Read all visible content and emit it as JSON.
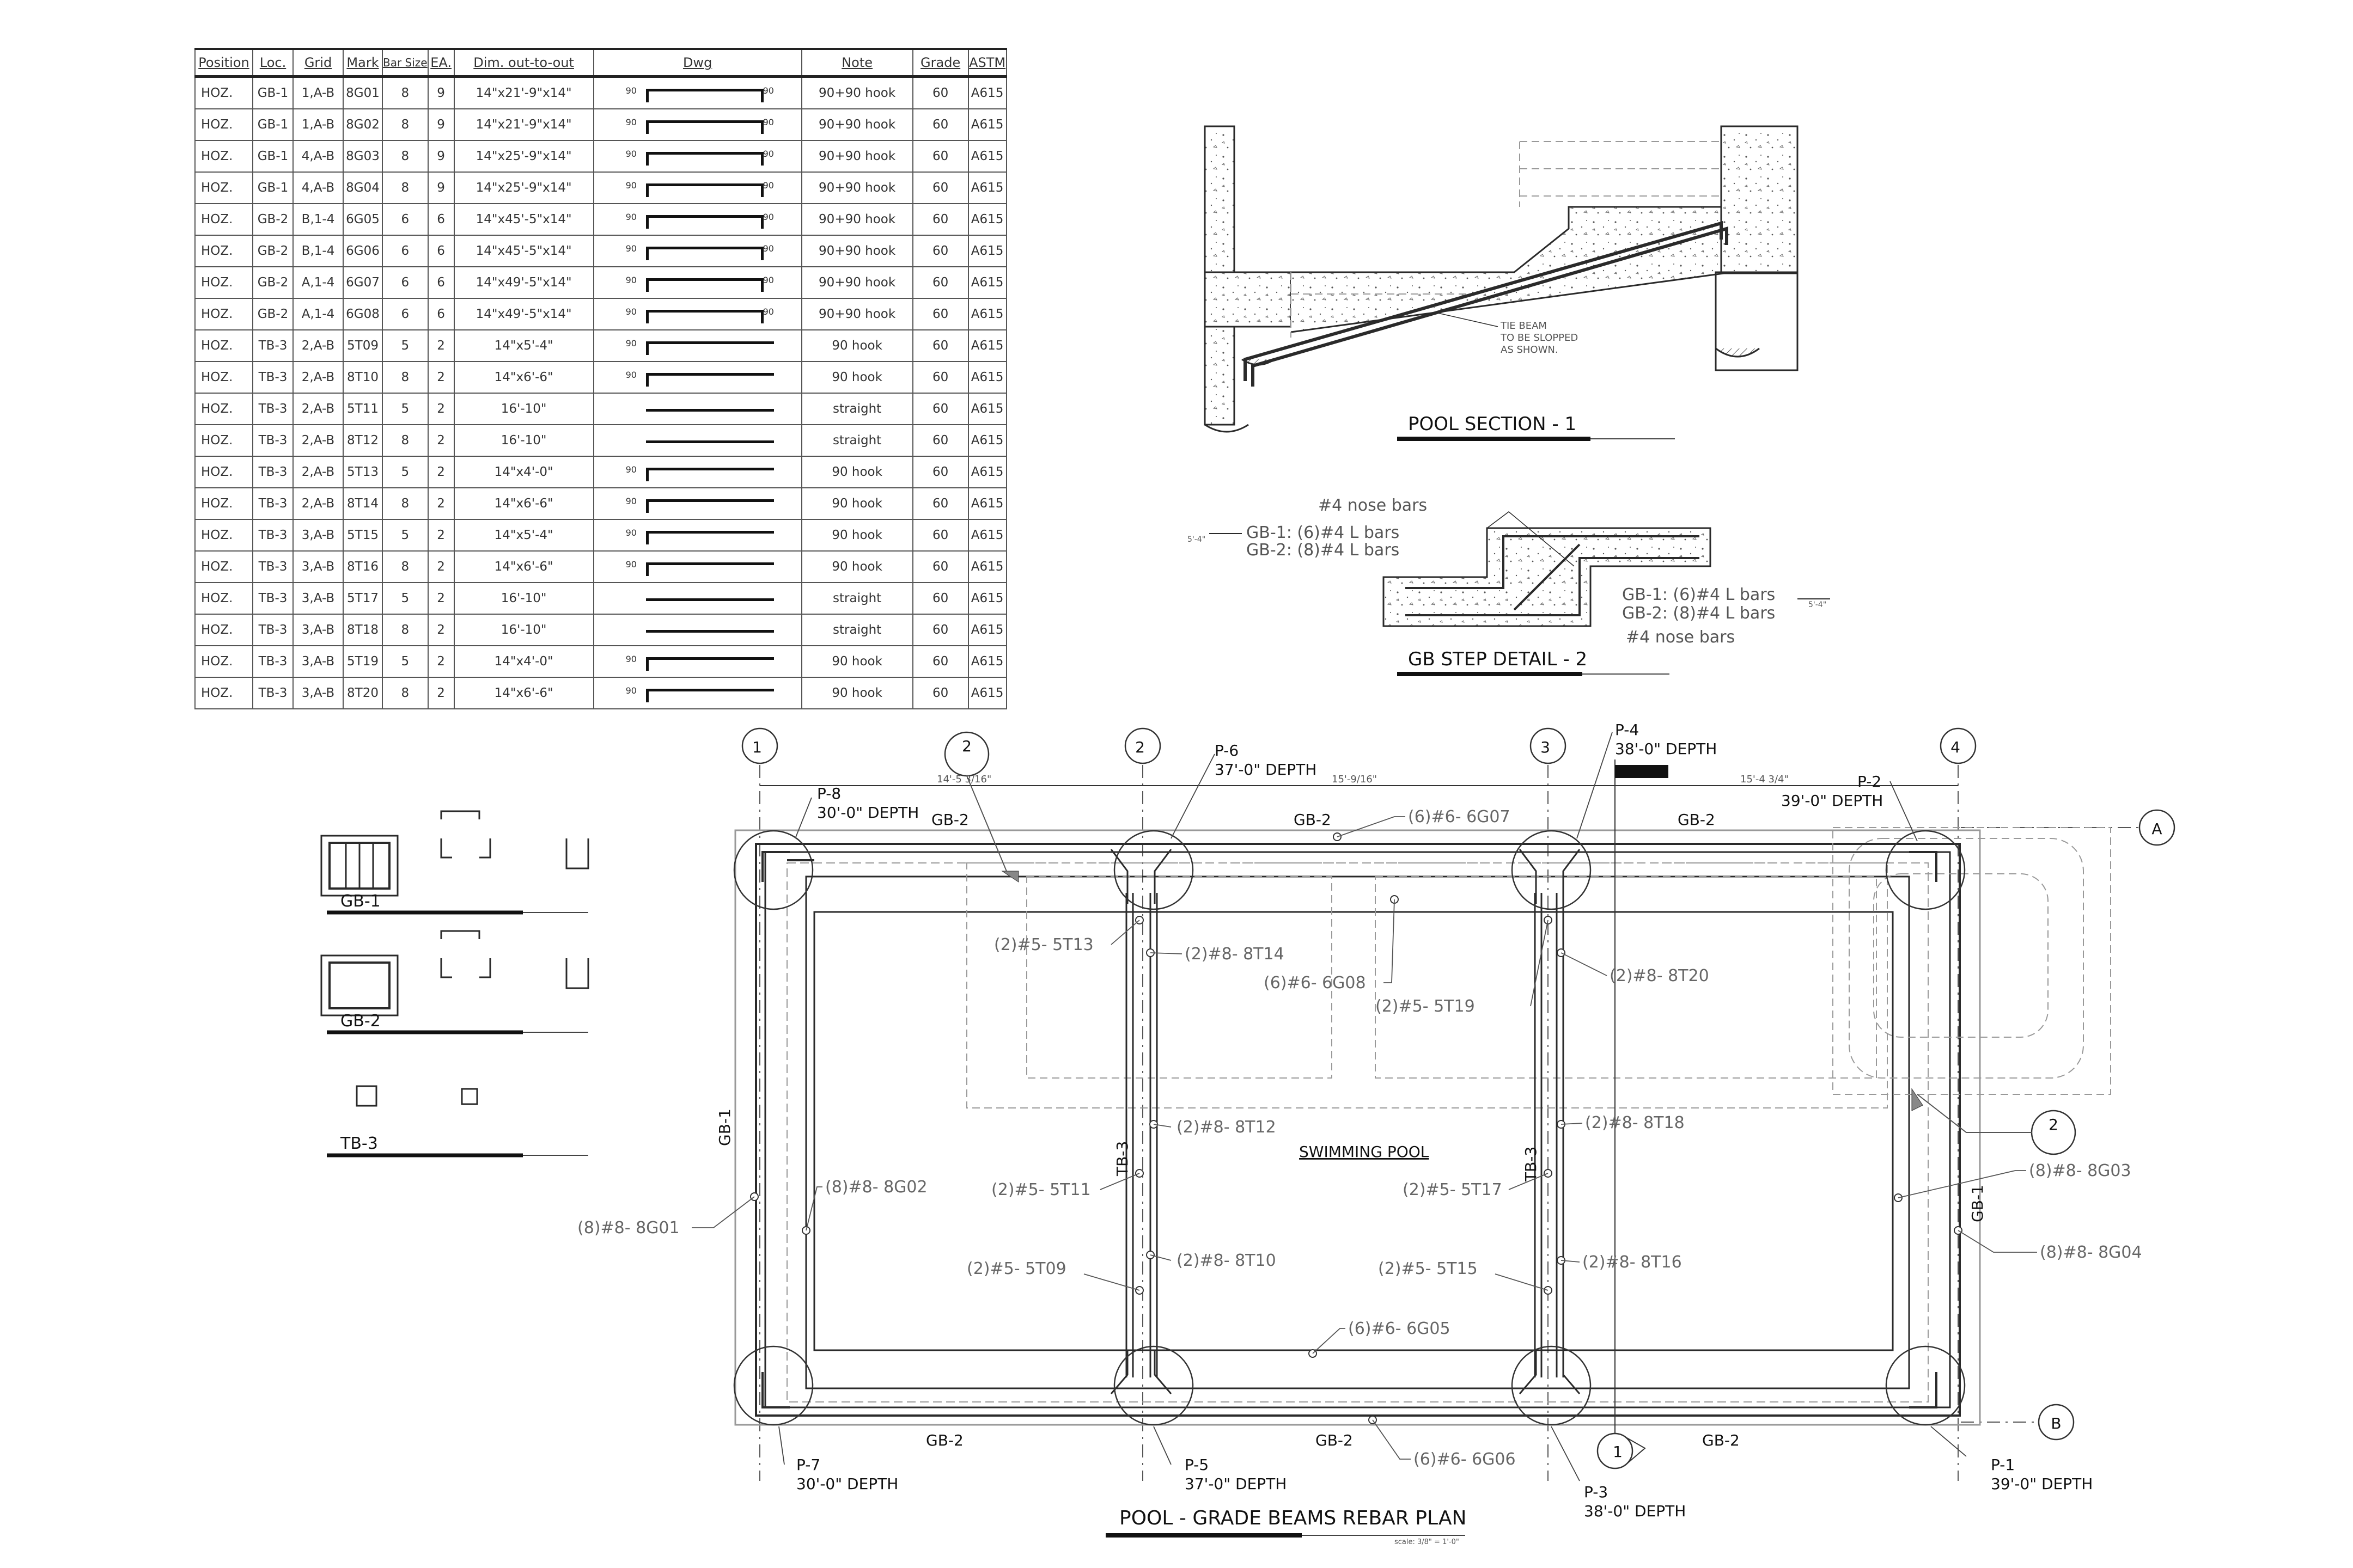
{
  "schedule": {
    "headers": [
      "Position",
      "Loc.",
      "Grid",
      "Mark",
      "Bar Size",
      "EA.",
      "Dim. out-to-out",
      "Dwg",
      "Note",
      "Grade",
      "ASTM"
    ],
    "rows": [
      {
        "pos": "HOZ.",
        "loc": "GB-1",
        "grid": "1,A-B",
        "mark": "8G01",
        "size": "8",
        "ea": "9",
        "dim": "14\"x21'-9\"x14\"",
        "dwg": "uu",
        "note": "90+90 hook",
        "grade": "60",
        "astm": "A615"
      },
      {
        "pos": "HOZ.",
        "loc": "GB-1",
        "grid": "1,A-B",
        "mark": "8G02",
        "size": "8",
        "ea": "9",
        "dim": "14\"x21'-9\"x14\"",
        "dwg": "uu",
        "note": "90+90 hook",
        "grade": "60",
        "astm": "A615"
      },
      {
        "pos": "HOZ.",
        "loc": "GB-1",
        "grid": "4,A-B",
        "mark": "8G03",
        "size": "8",
        "ea": "9",
        "dim": "14\"x25'-9\"x14\"",
        "dwg": "uu",
        "note": "90+90 hook",
        "grade": "60",
        "astm": "A615"
      },
      {
        "pos": "HOZ.",
        "loc": "GB-1",
        "grid": "4,A-B",
        "mark": "8G04",
        "size": "8",
        "ea": "9",
        "dim": "14\"x25'-9\"x14\"",
        "dwg": "uu",
        "note": "90+90 hook",
        "grade": "60",
        "astm": "A615"
      },
      {
        "pos": "HOZ.",
        "loc": "GB-2",
        "grid": "B,1-4",
        "mark": "6G05",
        "size": "6",
        "ea": "6",
        "dim": "14\"x45'-5\"x14\"",
        "dwg": "uu",
        "note": "90+90 hook",
        "grade": "60",
        "astm": "A615"
      },
      {
        "pos": "HOZ.",
        "loc": "GB-2",
        "grid": "B,1-4",
        "mark": "6G06",
        "size": "6",
        "ea": "6",
        "dim": "14\"x45'-5\"x14\"",
        "dwg": "uu",
        "note": "90+90 hook",
        "grade": "60",
        "astm": "A615"
      },
      {
        "pos": "HOZ.",
        "loc": "GB-2",
        "grid": "A,1-4",
        "mark": "6G07",
        "size": "6",
        "ea": "6",
        "dim": "14\"x49'-5\"x14\"",
        "dwg": "uu",
        "note": "90+90 hook",
        "grade": "60",
        "astm": "A615"
      },
      {
        "pos": "HOZ.",
        "loc": "GB-2",
        "grid": "A,1-4",
        "mark": "6G08",
        "size": "6",
        "ea": "6",
        "dim": "14\"x49'-5\"x14\"",
        "dwg": "uu",
        "note": "90+90 hook",
        "grade": "60",
        "astm": "A615"
      },
      {
        "pos": "HOZ.",
        "loc": "TB-3",
        "grid": "2,A-B",
        "mark": "5T09",
        "size": "5",
        "ea": "2",
        "dim": "14\"x5'-4\"",
        "dwg": "l",
        "note": "90 hook",
        "grade": "60",
        "astm": "A615"
      },
      {
        "pos": "HOZ.",
        "loc": "TB-3",
        "grid": "2,A-B",
        "mark": "8T10",
        "size": "8",
        "ea": "2",
        "dim": "14\"x6'-6\"",
        "dwg": "l",
        "note": "90 hook",
        "grade": "60",
        "astm": "A615"
      },
      {
        "pos": "HOZ.",
        "loc": "TB-3",
        "grid": "2,A-B",
        "mark": "5T11",
        "size": "5",
        "ea": "2",
        "dim": "16'-10\"",
        "dwg": "s",
        "note": "straight",
        "grade": "60",
        "astm": "A615"
      },
      {
        "pos": "HOZ.",
        "loc": "TB-3",
        "grid": "2,A-B",
        "mark": "8T12",
        "size": "8",
        "ea": "2",
        "dim": "16'-10\"",
        "dwg": "s",
        "note": "straight",
        "grade": "60",
        "astm": "A615"
      },
      {
        "pos": "HOZ.",
        "loc": "TB-3",
        "grid": "2,A-B",
        "mark": "5T13",
        "size": "5",
        "ea": "2",
        "dim": "14\"x4'-0\"",
        "dwg": "l",
        "note": "90 hook",
        "grade": "60",
        "astm": "A615"
      },
      {
        "pos": "HOZ.",
        "loc": "TB-3",
        "grid": "2,A-B",
        "mark": "8T14",
        "size": "8",
        "ea": "2",
        "dim": "14\"x6'-6\"",
        "dwg": "l",
        "note": "90 hook",
        "grade": "60",
        "astm": "A615"
      },
      {
        "pos": "HOZ.",
        "loc": "TB-3",
        "grid": "3,A-B",
        "mark": "5T15",
        "size": "5",
        "ea": "2",
        "dim": "14\"x5'-4\"",
        "dwg": "l",
        "note": "90 hook",
        "grade": "60",
        "astm": "A615"
      },
      {
        "pos": "HOZ.",
        "loc": "TB-3",
        "grid": "3,A-B",
        "mark": "8T16",
        "size": "8",
        "ea": "2",
        "dim": "14\"x6'-6\"",
        "dwg": "l",
        "note": "90 hook",
        "grade": "60",
        "astm": "A615"
      },
      {
        "pos": "HOZ.",
        "loc": "TB-3",
        "grid": "3,A-B",
        "mark": "5T17",
        "size": "5",
        "ea": "2",
        "dim": "16'-10\"",
        "dwg": "s",
        "note": "straight",
        "grade": "60",
        "astm": "A615"
      },
      {
        "pos": "HOZ.",
        "loc": "TB-3",
        "grid": "3,A-B",
        "mark": "8T18",
        "size": "8",
        "ea": "2",
        "dim": "16'-10\"",
        "dwg": "s",
        "note": "straight",
        "grade": "60",
        "astm": "A615"
      },
      {
        "pos": "HOZ.",
        "loc": "TB-3",
        "grid": "3,A-B",
        "mark": "5T19",
        "size": "5",
        "ea": "2",
        "dim": "14\"x4'-0\"",
        "dwg": "l",
        "note": "90 hook",
        "grade": "60",
        "astm": "A615"
      },
      {
        "pos": "HOZ.",
        "loc": "TB-3",
        "grid": "3,A-B",
        "mark": "8T20",
        "size": "8",
        "ea": "2",
        "dim": "14\"x6'-6\"",
        "dwg": "l",
        "note": "90 hook",
        "grade": "60",
        "astm": "A615"
      }
    ],
    "hook_label": "90"
  },
  "section1": {
    "title": "POOL SECTION - 1",
    "note_lines": [
      "TIE BEAM",
      "TO BE SLOPPED",
      "AS SHOWN."
    ]
  },
  "step2": {
    "title": "GB STEP DETAIL - 2",
    "nose_top": "#4 nose bars",
    "left_1": "GB-1: (6)#4 L bars",
    "left_2": "GB-2: (8)#4 L bars",
    "right_1": "GB-1: (6)#4 L bars",
    "right_2": "GB-2: (8)#4 L bars",
    "nose_bottom": "#4 nose bars",
    "dim_left": "5'-4\"",
    "dim_right": "5'-4\""
  },
  "beams": {
    "gb1_title": "GB-1",
    "gb2_title": "GB-2",
    "tb3_title": "TB-3"
  },
  "plan": {
    "title": "POOL - GRADE BEAMS REBAR PLAN",
    "scale": "scale: 3/8\" = 1'-0\"",
    "center_label": "SWIMMING POOL",
    "grids": [
      "1",
      "2",
      "3",
      "4"
    ],
    "grid_rows": [
      "A",
      "B"
    ],
    "section_marks": {
      "top": "2",
      "right": "2",
      "bottom": "1"
    },
    "piles": {
      "p1": {
        "name": "P-1",
        "depth": "39'-0\" DEPTH"
      },
      "p2": {
        "name": "P-2",
        "depth": "39'-0\" DEPTH"
      },
      "p3": {
        "name": "P-3",
        "depth": "38'-0\" DEPTH"
      },
      "p4": {
        "name": "P-4",
        "depth": "38'-0\" DEPTH"
      },
      "p5": {
        "name": "P-5",
        "depth": "37'-0\" DEPTH"
      },
      "p6": {
        "name": "P-6",
        "depth": "37'-0\" DEPTH"
      },
      "p7": {
        "name": "P-7",
        "depth": "30'-0\" DEPTH"
      },
      "p8": {
        "name": "P-8",
        "depth": "30'-0\" DEPTH"
      }
    },
    "dims": {
      "d1": "14'-5 3/16\"",
      "d2": "15'-9/16\"",
      "d3": "15'-4 3/4\""
    },
    "beam_tags": {
      "gb2": "GB-2",
      "gb1": "GB-1",
      "tb3": "TB-3"
    },
    "callouts": {
      "g01": "(8)#8- 8G01",
      "g02": "(8)#8- 8G02",
      "g03": "(8)#8- 8G03",
      "g04": "(8)#8- 8G04",
      "g05": "(6)#6- 6G05",
      "g06": "(6)#6- 6G06",
      "g07": "(6)#6- 6G07",
      "g08": "(6)#6- 6G08",
      "t09": "(2)#5- 5T09",
      "t10": "(2)#8- 8T10",
      "t11": "(2)#5- 5T11",
      "t12": "(2)#8- 8T12",
      "t13": "(2)#5- 5T13",
      "t14": "(2)#8- 8T14",
      "t15": "(2)#5- 5T15",
      "t16": "(2)#8- 8T16",
      "t17": "(2)#5- 5T17",
      "t18": "(2)#8- 8T18",
      "t19": "(2)#5- 5T19",
      "t20": "(2)#8- 8T20"
    }
  },
  "colors": {
    "line": "#2a2a2a",
    "dash": "#9a9a9a",
    "text": "#555555"
  }
}
